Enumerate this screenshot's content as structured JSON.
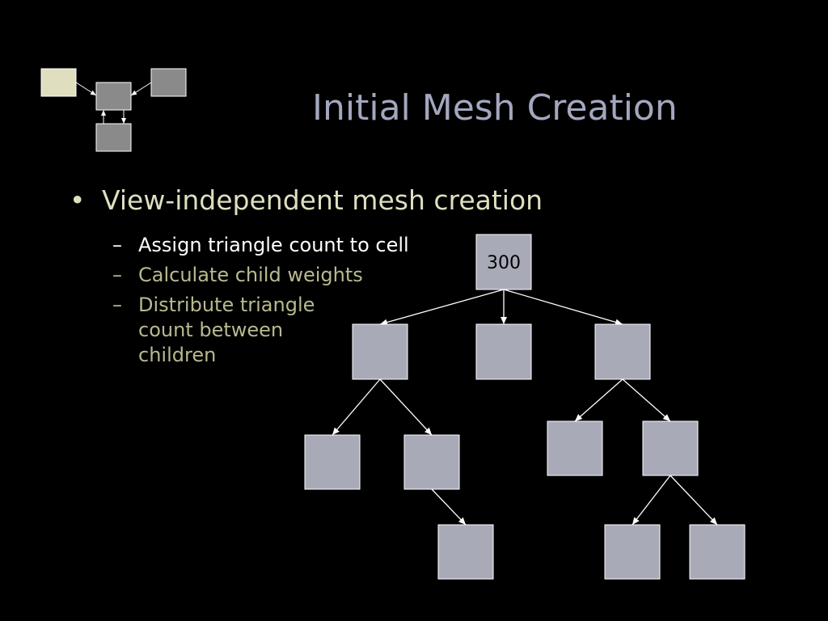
{
  "slide": {
    "title": "Initial Mesh Creation",
    "bullet": {
      "marker": "•",
      "text": "View-independent mesh creation"
    },
    "sub_bullets": [
      {
        "marker": "–",
        "lines": [
          "Assign triangle count to cell"
        ]
      },
      {
        "marker": "–",
        "lines": [
          "Calculate child weights"
        ]
      },
      {
        "marker": "–",
        "lines": [
          "Distribute triangle",
          "count between",
          "children"
        ]
      }
    ]
  },
  "tree": {
    "root_label": "300",
    "colors": {
      "node_fill": "#a8aab8",
      "node_stroke": "#ffffff",
      "edge": "#ffffff"
    }
  },
  "mini_diagram": {
    "colors": {
      "highlight_fill": "#dfdfbf",
      "box_fill": "#8a8a8a",
      "box_stroke": "#ffffff"
    }
  }
}
